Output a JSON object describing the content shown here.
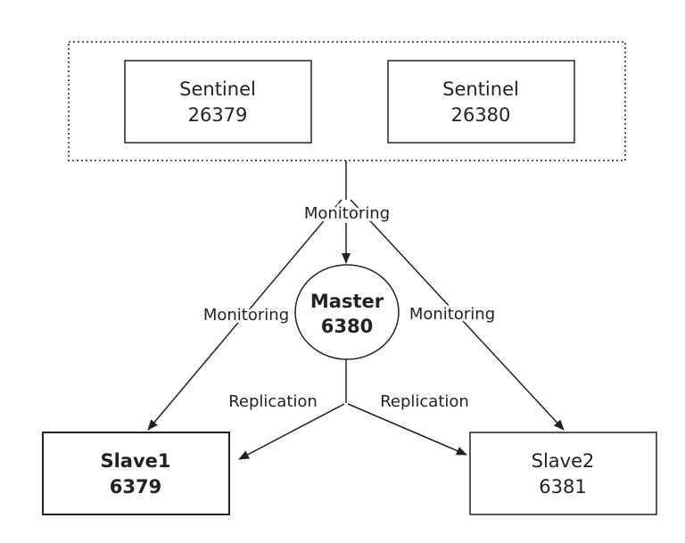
{
  "sentinel_group": {
    "sentinels": [
      {
        "title": "Sentinel",
        "port": "26379"
      },
      {
        "title": "Sentinel",
        "port": "26380"
      }
    ]
  },
  "master": {
    "title": "Master",
    "port": "6380"
  },
  "slaves": [
    {
      "title": "Slave1",
      "port": "6379"
    },
    {
      "title": "Slave2",
      "port": "6381"
    }
  ],
  "edges": {
    "monitoring_center": "Monitoring",
    "monitoring_left": "Monitoring",
    "monitoring_right": "Monitoring",
    "replication_left": "Replication",
    "replication_right": "Replication"
  }
}
